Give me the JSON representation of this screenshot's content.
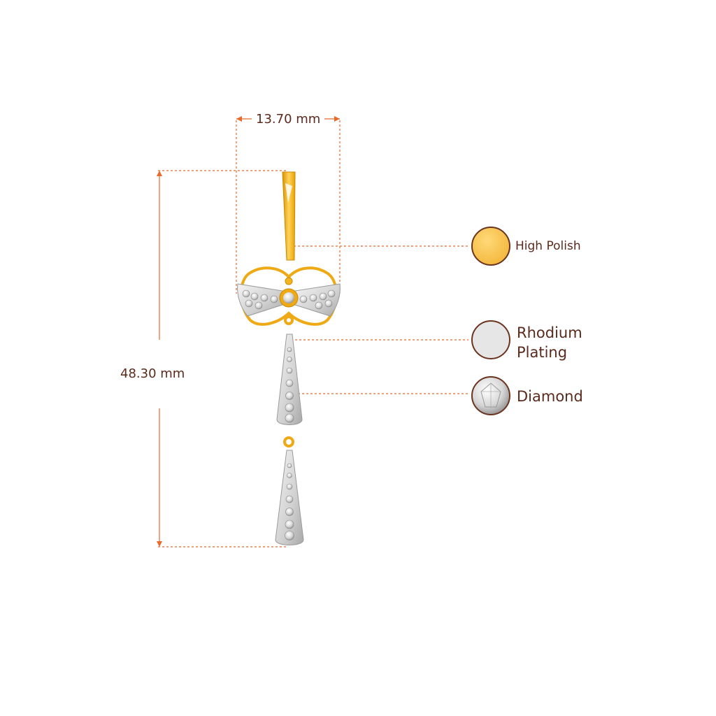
{
  "dimensions": {
    "width_label": "13.70 mm",
    "height_label": "48.30 mm"
  },
  "legend": {
    "high_polish": {
      "label": "High Polish",
      "color": "#f7c04a"
    },
    "rhodium": {
      "label_line1": "Rhodium",
      "label_line2": "Plating",
      "color": "#e6e6e6"
    },
    "diamond": {
      "label": "Diamond",
      "color": "#f2f2f2"
    }
  },
  "colors": {
    "guide_line": "#e8692a",
    "gold": "#f5b51e",
    "gold_dark": "#d99200",
    "rhodium": "#dcdcdc",
    "text": "#5a2a1c",
    "swatch_border": "#6b3420"
  },
  "icons": [
    "dimension-arrow-icon",
    "gold-swatch-icon",
    "rhodium-swatch-icon",
    "diamond-swatch-icon"
  ]
}
